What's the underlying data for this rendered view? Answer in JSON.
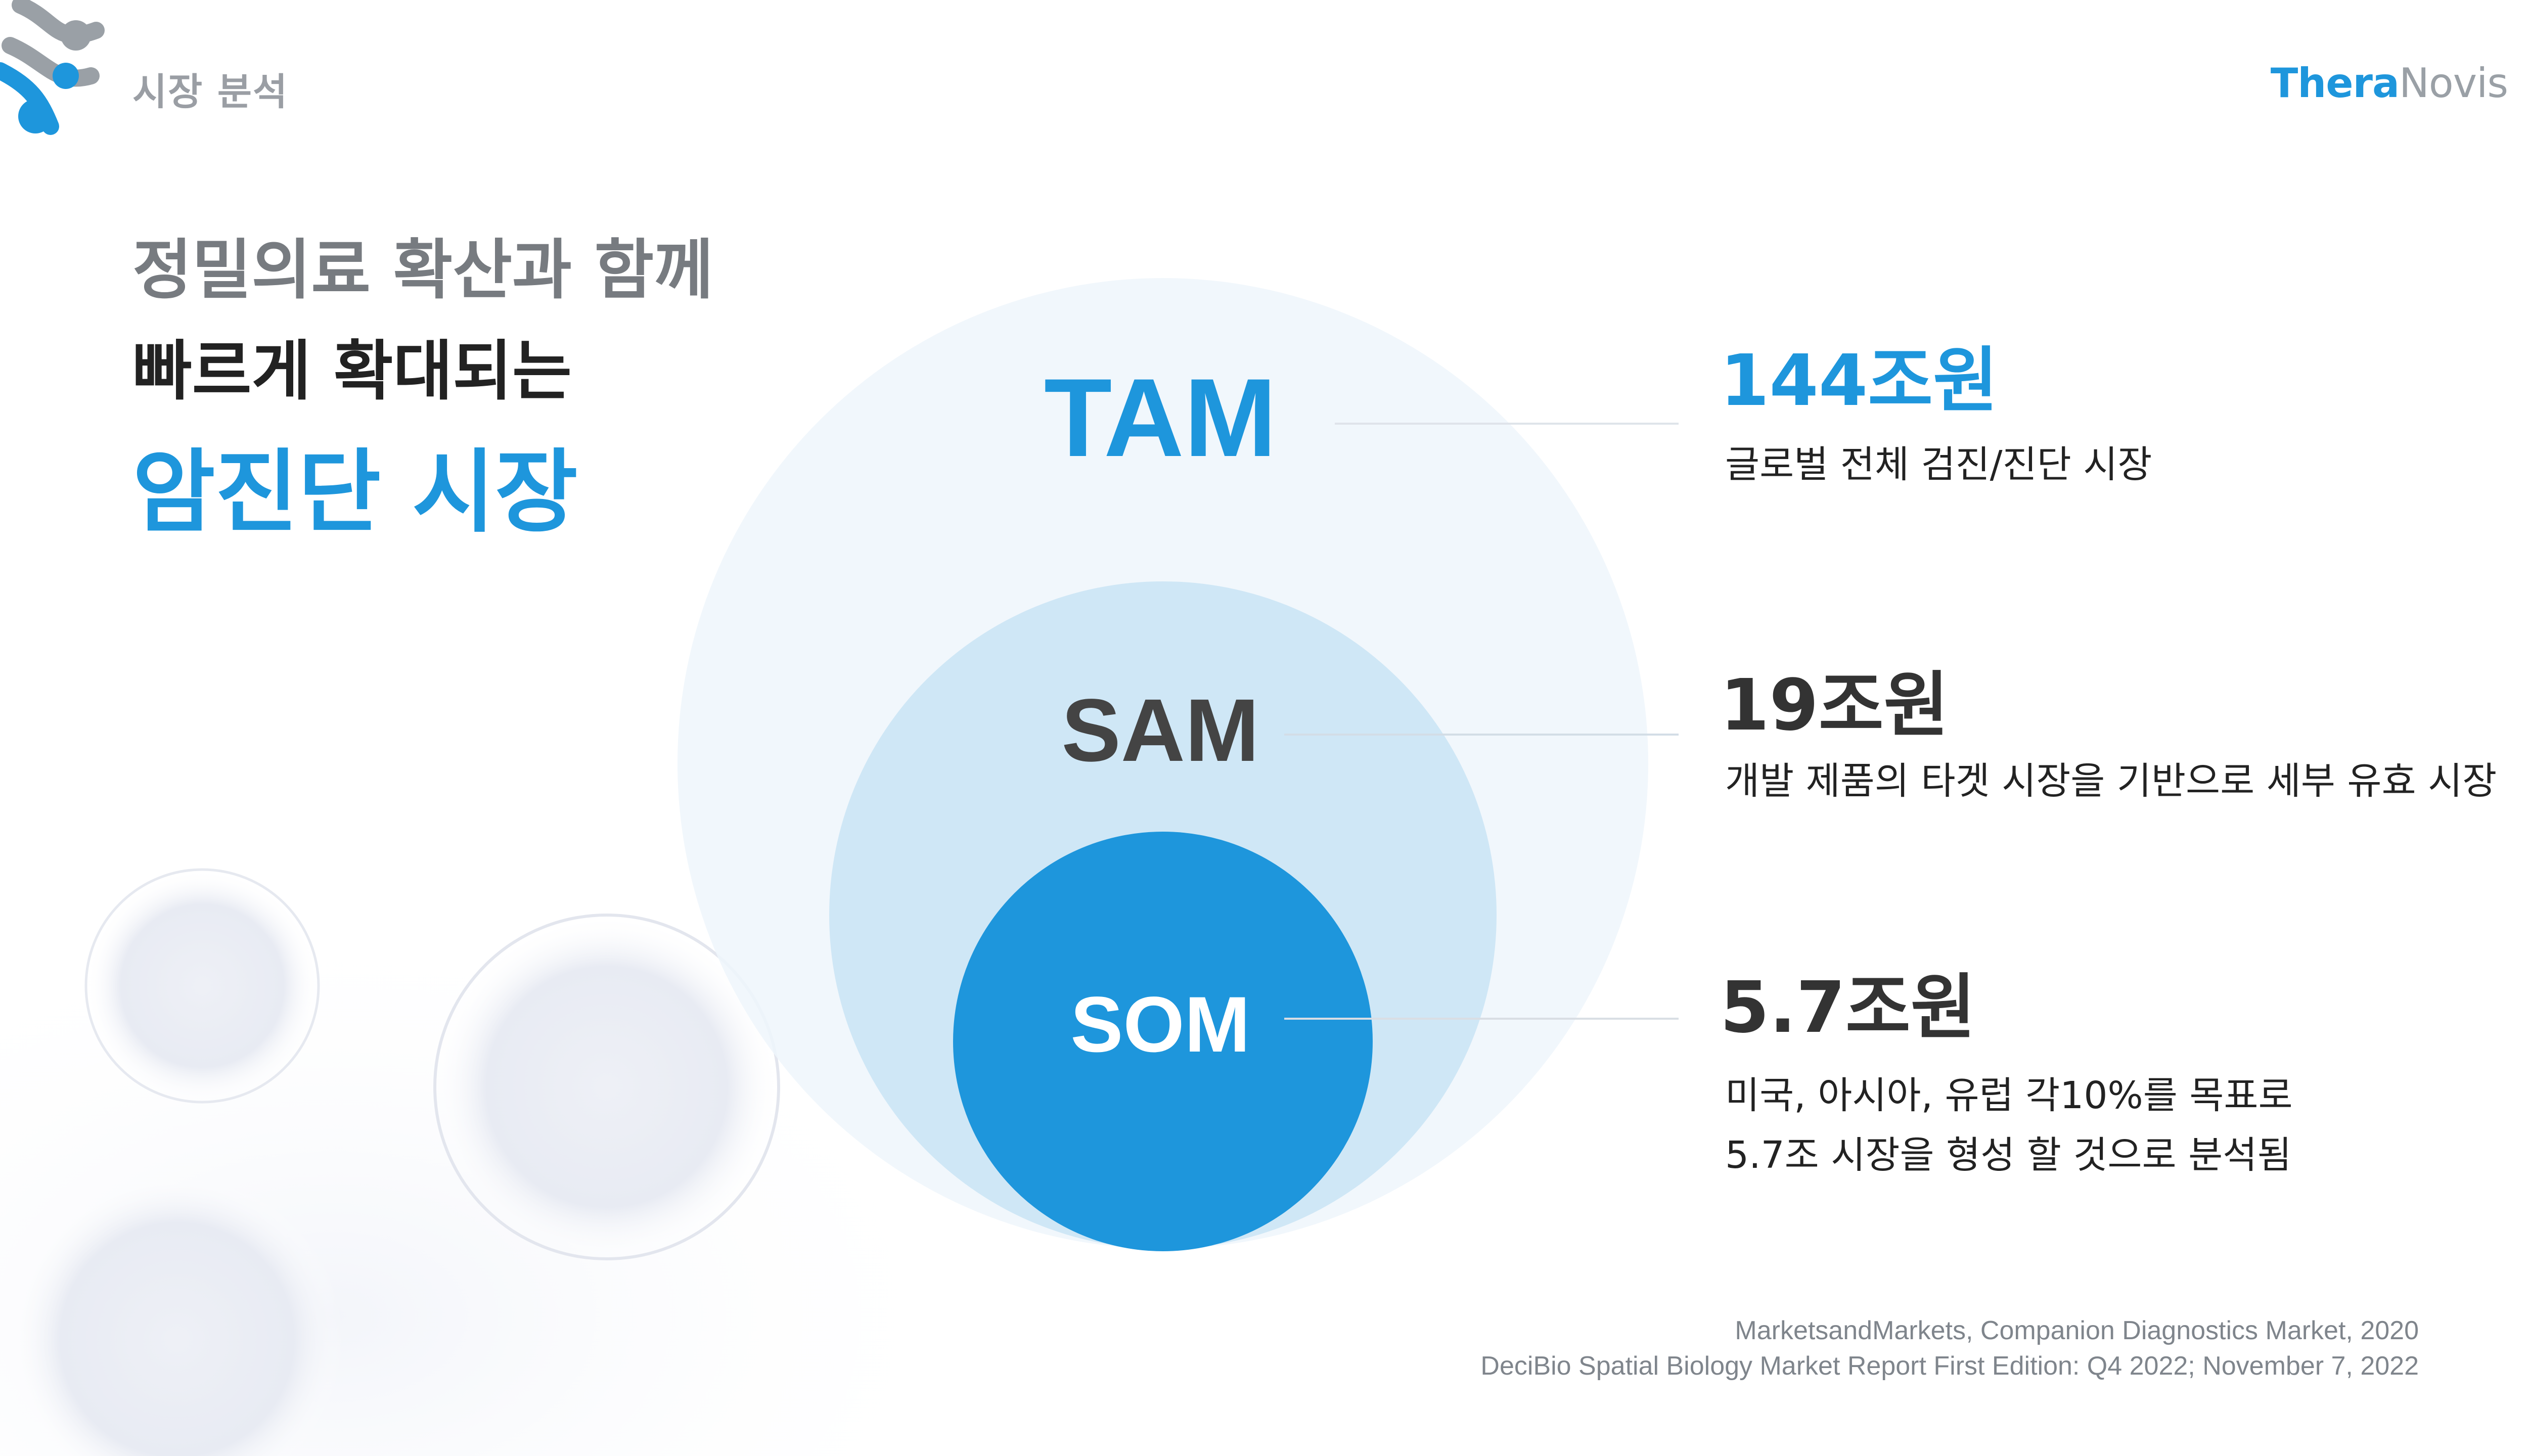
{
  "header": {
    "section_label": "시장 분석",
    "brand_part1": "Thera",
    "brand_part2": "Novis"
  },
  "headline": {
    "line1": "정밀의료 확산과 함께",
    "line2": "빠르게 확대되는",
    "line3": "암진단 시장"
  },
  "diagram": {
    "tam": {
      "label": "TAM",
      "value": "144조원",
      "desc": "글로벌 전체 검진/진단 시장"
    },
    "sam": {
      "label": "SAM",
      "value": "19조원",
      "desc": "개발 제품의 타겟 시장을 기반으로 세부 유효 시장"
    },
    "som": {
      "label": "SOM",
      "value": "5.7조원",
      "desc_line1": "미국, 아시아, 유럽 각10%를 목표로",
      "desc_line2": "5.7조 시장을 형성 할 것으로 분석됨"
    }
  },
  "sources": {
    "line1": "MarketsandMarkets, Companion Diagnostics Market, 2020",
    "line2": "DeciBio Spatial Biology Market Report First Edition:  Q4 2022;  November 7, 2022"
  },
  "colors": {
    "accent": "#1e96dc",
    "tam_circle": "#eef6fc",
    "sam_circle": "#cfe7f6",
    "som_circle": "#1e96dc",
    "gray_text": "#777b80",
    "dark_text": "#222222"
  }
}
